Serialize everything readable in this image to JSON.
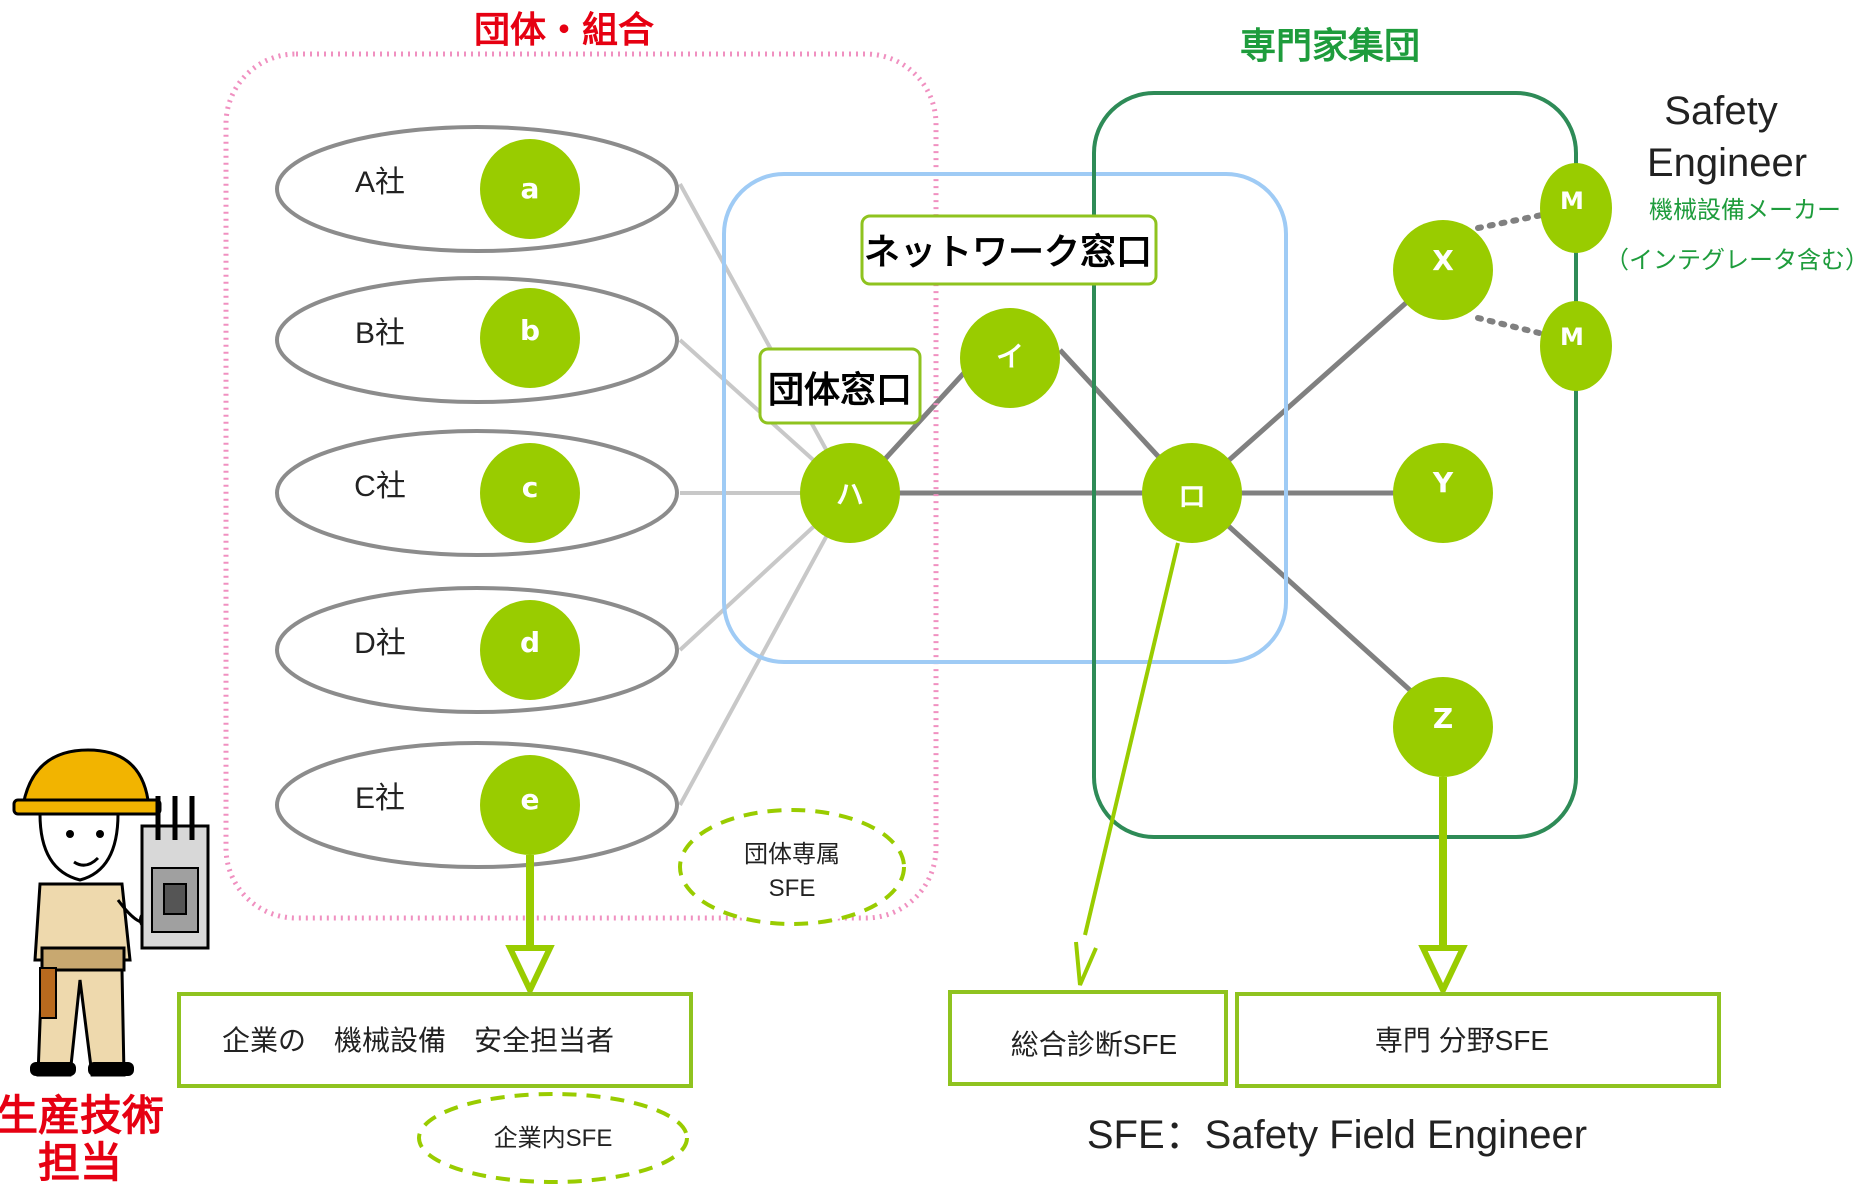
{
  "groups": {
    "association": {
      "title": "団体・組合"
    },
    "experts": {
      "title": "専門家集団"
    }
  },
  "companies": [
    {
      "label": "A社",
      "node": "a"
    },
    {
      "label": "B社",
      "node": "b"
    },
    {
      "label": "C社",
      "node": "c"
    },
    {
      "label": "D社",
      "node": "d"
    },
    {
      "label": "E社",
      "node": "e"
    }
  ],
  "windows": {
    "network": "ネットワーク窓口",
    "association": "団体窓口"
  },
  "nodes": {
    "i": "イ",
    "ro": "ロ",
    "ha": "ハ",
    "x": "X",
    "y": "Y",
    "z": "Z",
    "m1": "M",
    "m2": "M"
  },
  "safety_engineer": {
    "title_line1": "Safety",
    "title_line2": "Engineer",
    "maker_line1": "機械設備メーカー",
    "maker_line2": "（インテグレータ含む）"
  },
  "sfe_labels": {
    "association_line1": "団体専属",
    "association_line2": "SFE",
    "company": "企業内SFE"
  },
  "boxes": {
    "company_staff": "企業の　機械設備　安全担当者",
    "general": "総合診断SFE",
    "specialist": "専門 分野SFE"
  },
  "definition": "SFE：Safety Field Engineer",
  "person_role": {
    "line1": "生産技術",
    "line2": "担当"
  },
  "colors": {
    "node_green": "#99cc00",
    "pink": "#f090c0",
    "light_blue": "#9fcbf5",
    "dark_green": "#2e8b57",
    "box_green": "#8fc31f",
    "title_red": "#e60012",
    "title_green": "#1e9c3c"
  }
}
